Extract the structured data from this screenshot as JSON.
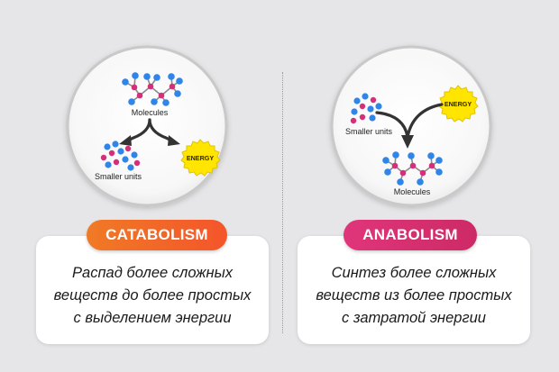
{
  "catabolism": {
    "title": "CATABOLISM",
    "color": "#f26a28",
    "diagram": {
      "molecules_label": "Molecules",
      "smaller_units_label": "Smaller units",
      "energy_label": "ENERGY"
    },
    "description_lines": [
      "Распад более сложных",
      "веществ до более простых",
      "с выделением энергии"
    ]
  },
  "anabolism": {
    "title": "ANABOLISM",
    "color": "#d8306f",
    "diagram": {
      "smaller_units_label": "Smaller units",
      "molecules_label": "Molecules",
      "energy_label": "ENERGY"
    },
    "description_lines": [
      "Синтез более сложных",
      "веществ из более простых",
      "с затратой энергии"
    ]
  }
}
